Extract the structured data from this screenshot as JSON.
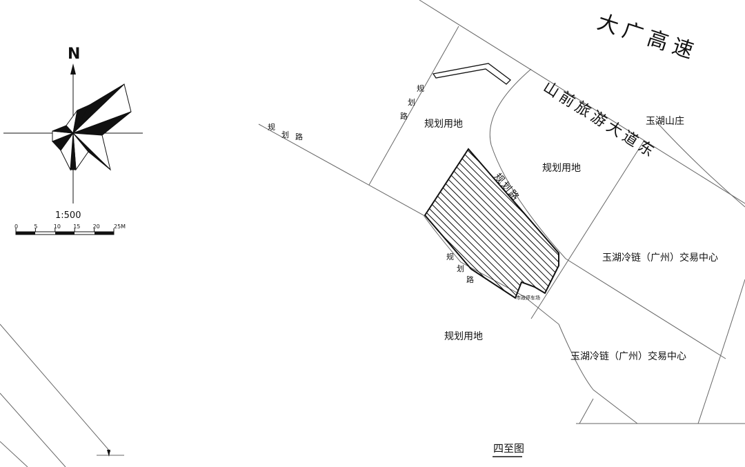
{
  "compass": {
    "north": "N"
  },
  "scale": {
    "ratio": "1:500",
    "ticks": [
      "0",
      "5",
      "10",
      "15",
      "20",
      "25M"
    ]
  },
  "labels": {
    "highway": "大广高速",
    "main_road": "山前旅游大道东",
    "yuhu_shanzhuang": "玉湖山庄",
    "land_a": "规划用地",
    "land_b": "规划用地",
    "land_c": "规划用地",
    "road_west": [
      "规",
      "划",
      "路"
    ],
    "road_north": [
      "规",
      "划",
      "路"
    ],
    "road_east": "规划路",
    "road_south": [
      "规",
      "划",
      "路"
    ],
    "trade_center_1": "玉湖冷链（广州）交易中心",
    "trade_center_2": "玉湖冷链（广州）交易中心",
    "parking": "市政停车场",
    "figure_title": "四至图"
  },
  "colors": {
    "line": "#555555",
    "ink": "#111111",
    "background": "#ffffff"
  }
}
